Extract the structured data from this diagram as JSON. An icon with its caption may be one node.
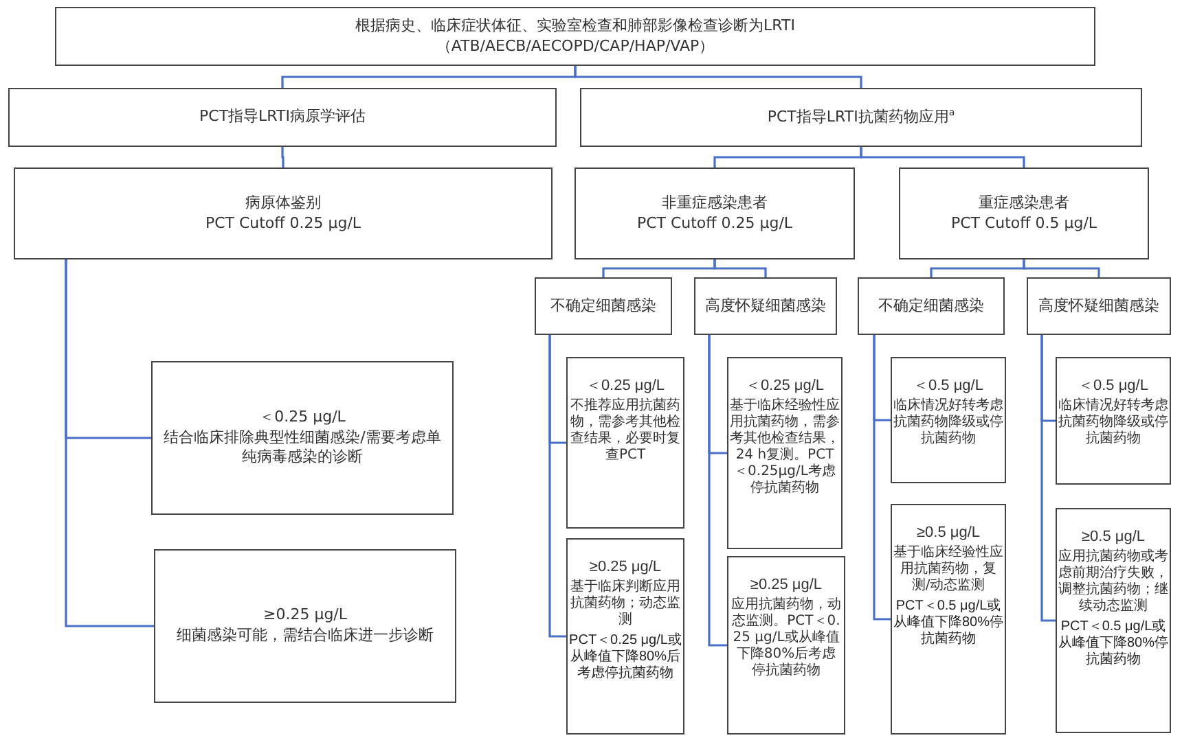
{
  "diagram": {
    "nodes": [
      {
        "text": [
          "根据病史、临床症状体征、实验室检查和肺部影像检查诊断为LRTI",
          "（ATB/AECB/AECOPD/CAP/HAP/VAP）"
        ]
      },
      {
        "text": [
          "PCT指导LRTI病原学评估"
        ]
      },
      {
        "text": [
          "PCT指导LRTI抗菌药物应用$^{a}$"
        ]
      },
      {
        "text": [
          "病原体鉴别",
          "PCT Cutoff 0.25 μg/L"
        ]
      },
      {
        "text": [
          "非重症感染患者",
          "PCT Cutoff 0.25 μg/L"
        ]
      },
      {
        "text": [
          "重症感染患者",
          "PCT Cutoff 0.5 μg/L"
        ]
      },
      {
        "text": [
          "不确定细菌感染"
        ]
      },
      {
        "text": [
          "高度怀疑细菌感染"
        ]
      },
      {
        "text": [
          "不确定细菌感染"
        ]
      },
      {
        "text": [
          "高度怀疑细菌感染"
        ]
      },
      {
        "text": [
          "＜0.25 μg/L",
          "结合临床排除典型性细菌感染/需要考虑单纯病毒感染的诊断"
        ]
      },
      {
        "text": [
          "≥0.25 μg/L",
          "细菌感染可能，需结合临床进一步诊断"
        ]
      },
      {
        "text": [
          "＜0.25 μg/L",
          "不推荐应用抗菌药物，需参考其他检查结果，必要时复查PCT"
        ]
      },
      {
        "text": [
          "≥0.25 μg/L",
          "基于临床判断应用抗菌药物；动态监测",
          "PCT＜0.25 μg/L或从峰值下降80%后考虑停抗菌药物"
        ]
      },
      {
        "text": [
          "＜0.25 μg/L",
          "基于临床经验性应用抗菌药物，需参考其他检查结果，24 h复测。PCT＜0.25μg/L考虑停抗菌药物"
        ]
      },
      {
        "text": [
          "≥0.25 μg/L",
          "应用抗菌药物，动态监测。PCT＜0.25 μg/L或从峰值下降80%后考虑停抗菌药物"
        ]
      },
      {
        "text": [
          "＜0.5 μg/L",
          "临床情况好转考虑抗菌药物降级或停抗菌药物"
        ]
      },
      {
        "text": [
          "≥0.5 μg/L",
          "基于临床经验性应用抗菌药物，复测/动态监测",
          "PCT＜0.5 μg/L或从峰值下降80%停抗菌药物"
        ]
      },
      {
        "text": [
          "＜0.5 μg/L",
          "临床情况好转考虑抗菌药物降级或停抗菌药物"
        ]
      },
      {
        "text": [
          "≥0.5 μg/L",
          "应用抗菌药物或考虑前期治疗失败，调整抗菌药物；继续动态监测",
          "PCT＜0.5 μg/L或从峰值下降80%停抗菌药物"
        ]
      }
    ],
    "edges": [
      {
        "from": 0,
        "to": 1,
        "arrow": "none"
      },
      {
        "from": 0,
        "to": 2,
        "arrow": "none"
      },
      {
        "from": 1,
        "to": 3,
        "arrow": "none"
      },
      {
        "from": 2,
        "to": 4,
        "arrow": "none"
      },
      {
        "from": 2,
        "to": 5,
        "arrow": "none"
      },
      {
        "from": 4,
        "to": 6,
        "arrow": "none"
      },
      {
        "from": 4,
        "to": 7,
        "arrow": "none"
      },
      {
        "from": 5,
        "to": 8,
        "arrow": "none"
      },
      {
        "from": 5,
        "to": 9,
        "arrow": "none"
      },
      {
        "from": 3,
        "to": 10,
        "arrow": "none"
      },
      {
        "from": 3,
        "to": 11,
        "arrow": "none"
      },
      {
        "from": 6,
        "to": 12,
        "arrow": "none"
      },
      {
        "from": 6,
        "to": 13,
        "arrow": "none"
      },
      {
        "from": 7,
        "to": 14,
        "arrow": "none"
      },
      {
        "from": 7,
        "to": 15,
        "arrow": "none"
      },
      {
        "from": 8,
        "to": 16,
        "arrow": "none"
      },
      {
        "from": 8,
        "to": 17,
        "arrow": "none"
      },
      {
        "from": 9,
        "to": 18,
        "arrow": "none"
      },
      {
        "from": 9,
        "to": 19,
        "arrow": "none"
      }
    ]
  }
}
